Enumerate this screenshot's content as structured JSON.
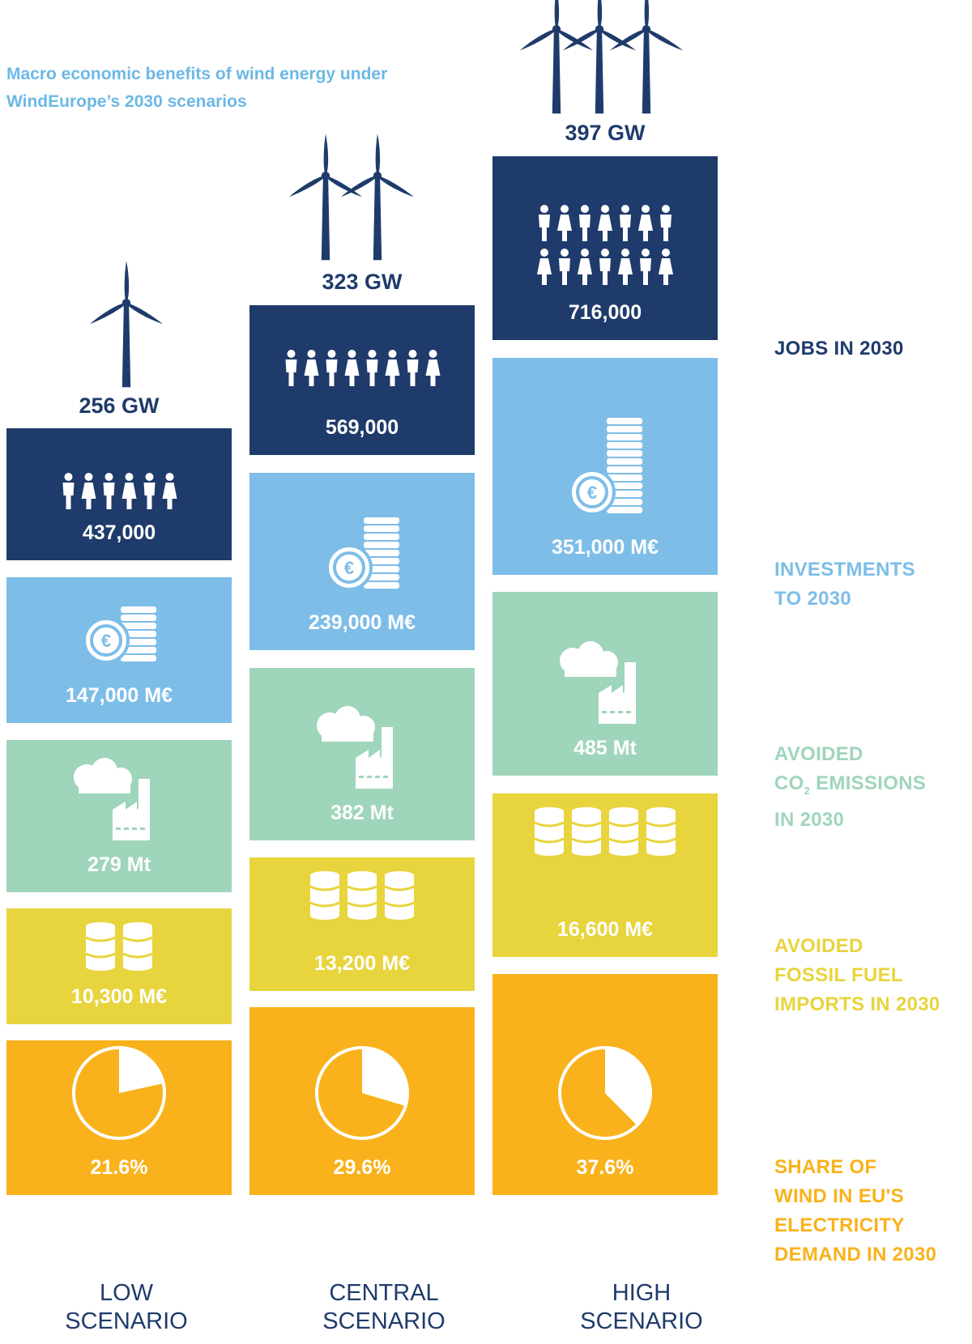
{
  "title": {
    "line1": "Macro economic benefits of wind energy under",
    "line2": "WindEurope’s 2030 scenarios"
  },
  "colors": {
    "jobs": "#1f3b6b",
    "investments": "#7dbde8",
    "emissions": "#9fd5bb",
    "imports": "#e8d43d",
    "share": "#f9b21b",
    "title": "#6cb8e6",
    "turbine": "#1f3b6b"
  },
  "legend": {
    "jobs": [
      "JOBS IN 2030"
    ],
    "investments": [
      "INVESTMENTS",
      "TO 2030"
    ],
    "emissions": [
      "AVOIDED",
      "CO2 EMISSIONS",
      "IN 2030"
    ],
    "imports": [
      "AVOIDED",
      "FOSSIL FUEL",
      "IMPORTS IN 2030"
    ],
    "share": [
      "SHARE OF",
      "WIND IN EU'S",
      "ELECTRICITY",
      "DEMAND IN 2030"
    ]
  },
  "scenario_labels": [
    [
      "LOW",
      "SCENARIO"
    ],
    [
      "CENTRAL",
      "SCENARIO"
    ],
    [
      "HIGH",
      "SCENARIO"
    ]
  ],
  "chart_data": {
    "type": "table",
    "categories": [
      "LOW SCENARIO",
      "CENTRAL SCENARIO",
      "HIGH SCENARIO"
    ],
    "capacity_labels": [
      "256 GW",
      "323 GW",
      "397 GW"
    ],
    "capacity_gw": [
      256,
      323,
      397
    ],
    "turbine_icons": [
      1,
      2,
      3
    ],
    "people_icons": [
      6,
      8,
      14
    ],
    "coin_stack_heights": [
      7,
      9,
      12
    ],
    "barrel_icons": [
      2,
      3,
      4
    ],
    "series": [
      {
        "key": "jobs",
        "values": [
          437000,
          569000,
          716000
        ],
        "labels": [
          "437,000",
          "569,000",
          "716,000"
        ],
        "icon": "people-icon"
      },
      {
        "key": "investments",
        "values": [
          147000,
          239000,
          351000
        ],
        "labels": [
          "147,000 M€",
          "239,000 M€",
          "351,000 M€"
        ],
        "icon": "euro-coins-icon"
      },
      {
        "key": "emissions",
        "values": [
          279,
          382,
          485
        ],
        "labels": [
          "279 Mt",
          "382 Mt",
          "485 Mt"
        ],
        "icon": "factory-icon"
      },
      {
        "key": "imports",
        "values": [
          10300,
          13200,
          16600
        ],
        "labels": [
          "10,300 M€",
          "13,200 M€",
          "16,600 M€"
        ],
        "icon": "oil-barrel-icon"
      },
      {
        "key": "share",
        "values": [
          21.6,
          29.6,
          37.6
        ],
        "labels": [
          "21.6%",
          "29.6%",
          "37.6%"
        ],
        "icon": "pie-icon"
      }
    ]
  }
}
